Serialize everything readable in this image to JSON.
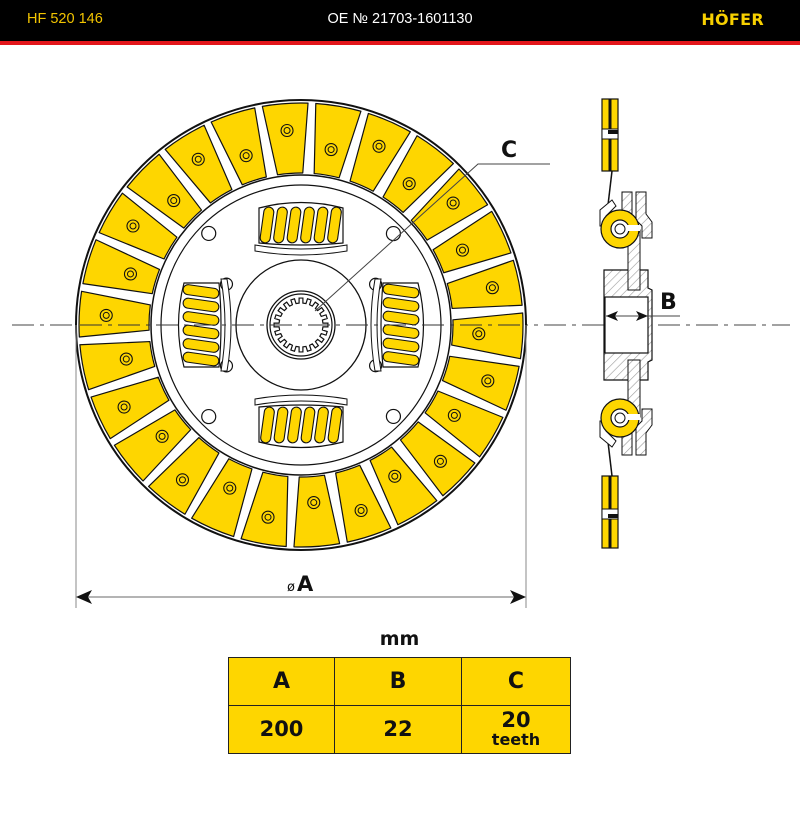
{
  "header": {
    "part_number": "HF 520 146",
    "oe_number": "OE № 21703-1601130",
    "brand": "HÖFER"
  },
  "colors": {
    "header_bg": "#000000",
    "header_stripe": "#e3161b",
    "part_number_text": "#f2c400",
    "brand_text": "#f7d000",
    "friction_yellow": "#fed600",
    "line": "#1a1a1a"
  },
  "drawing": {
    "title": "Clutch disc technical drawing",
    "front_view": {
      "friction_segments": 26,
      "damper_springs": 4,
      "spline_teeth": 20
    },
    "labels": {
      "diameter": "øA",
      "diameter_symbol": "ø",
      "diameter_letter": "A",
      "hub_width": "B",
      "splines": "C"
    }
  },
  "spec_table": {
    "unit": "mm",
    "columns": [
      "A",
      "B",
      "C"
    ],
    "values": [
      "200",
      "22",
      "20"
    ],
    "c_suffix": "teeth"
  }
}
